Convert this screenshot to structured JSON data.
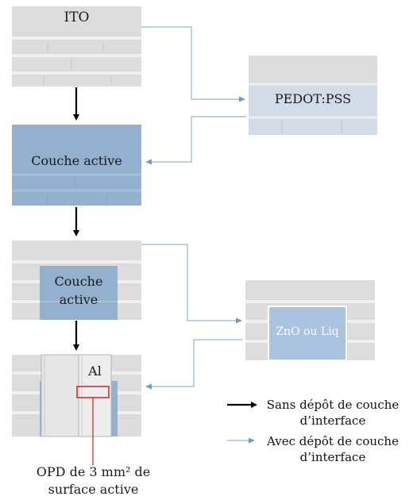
{
  "steps": {
    "ito": "ITO",
    "pedot": "PEDOT:PSS",
    "active1": "Couche active",
    "active2_line1": "Couche",
    "active2_line2": "active",
    "zno": "ZnO ou Liq",
    "al": "Al"
  },
  "annotation": {
    "line1": "OPD de 3 mm² de",
    "line2": "surface active"
  },
  "legend": [
    {
      "line1": "Sans dépôt de couche",
      "line2": "d’interface",
      "style": "thick-black"
    },
    {
      "line1": "Avec dépôt de couche",
      "line2": "d’interface",
      "style": "thin-blue"
    }
  ],
  "colors": {
    "substrate": "#dcdcdc",
    "stripe": "#eeeeee",
    "pedot": "#d3dce6",
    "active": "#94b0cf",
    "zno": "#a9c3e0",
    "electrode": "#e2e2e2",
    "highlight": "#d22020",
    "thin_arrow": "#7ea6c9"
  }
}
